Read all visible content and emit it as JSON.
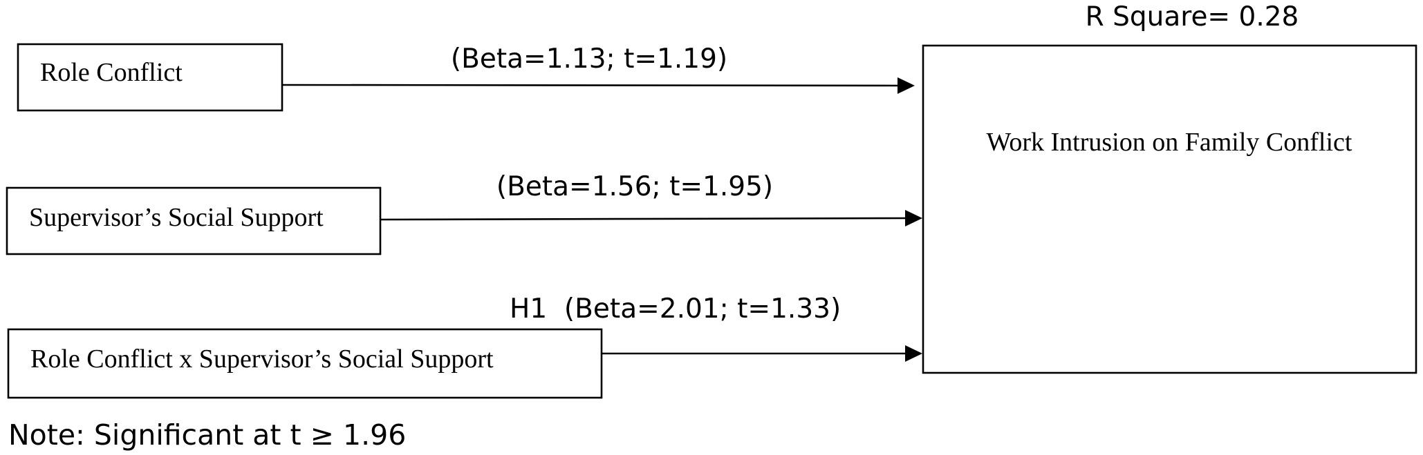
{
  "diagram": {
    "r_square": "R Square= 0.28",
    "outcome": "Work Intrusion on Family Conflict",
    "predictors": [
      {
        "label": "Role Conflict",
        "path_label": "(Beta=1.13; t=1.19)"
      },
      {
        "label": "Supervisor’s Social Support",
        "path_label": "(Beta=1.56; t=1.95)"
      },
      {
        "label": "Role Conflict x Supervisor’s Social Support",
        "path_label": "H1  (Beta=2.01; t=1.33)"
      }
    ],
    "note": "Note: Significant at t ≥ 1.96"
  }
}
